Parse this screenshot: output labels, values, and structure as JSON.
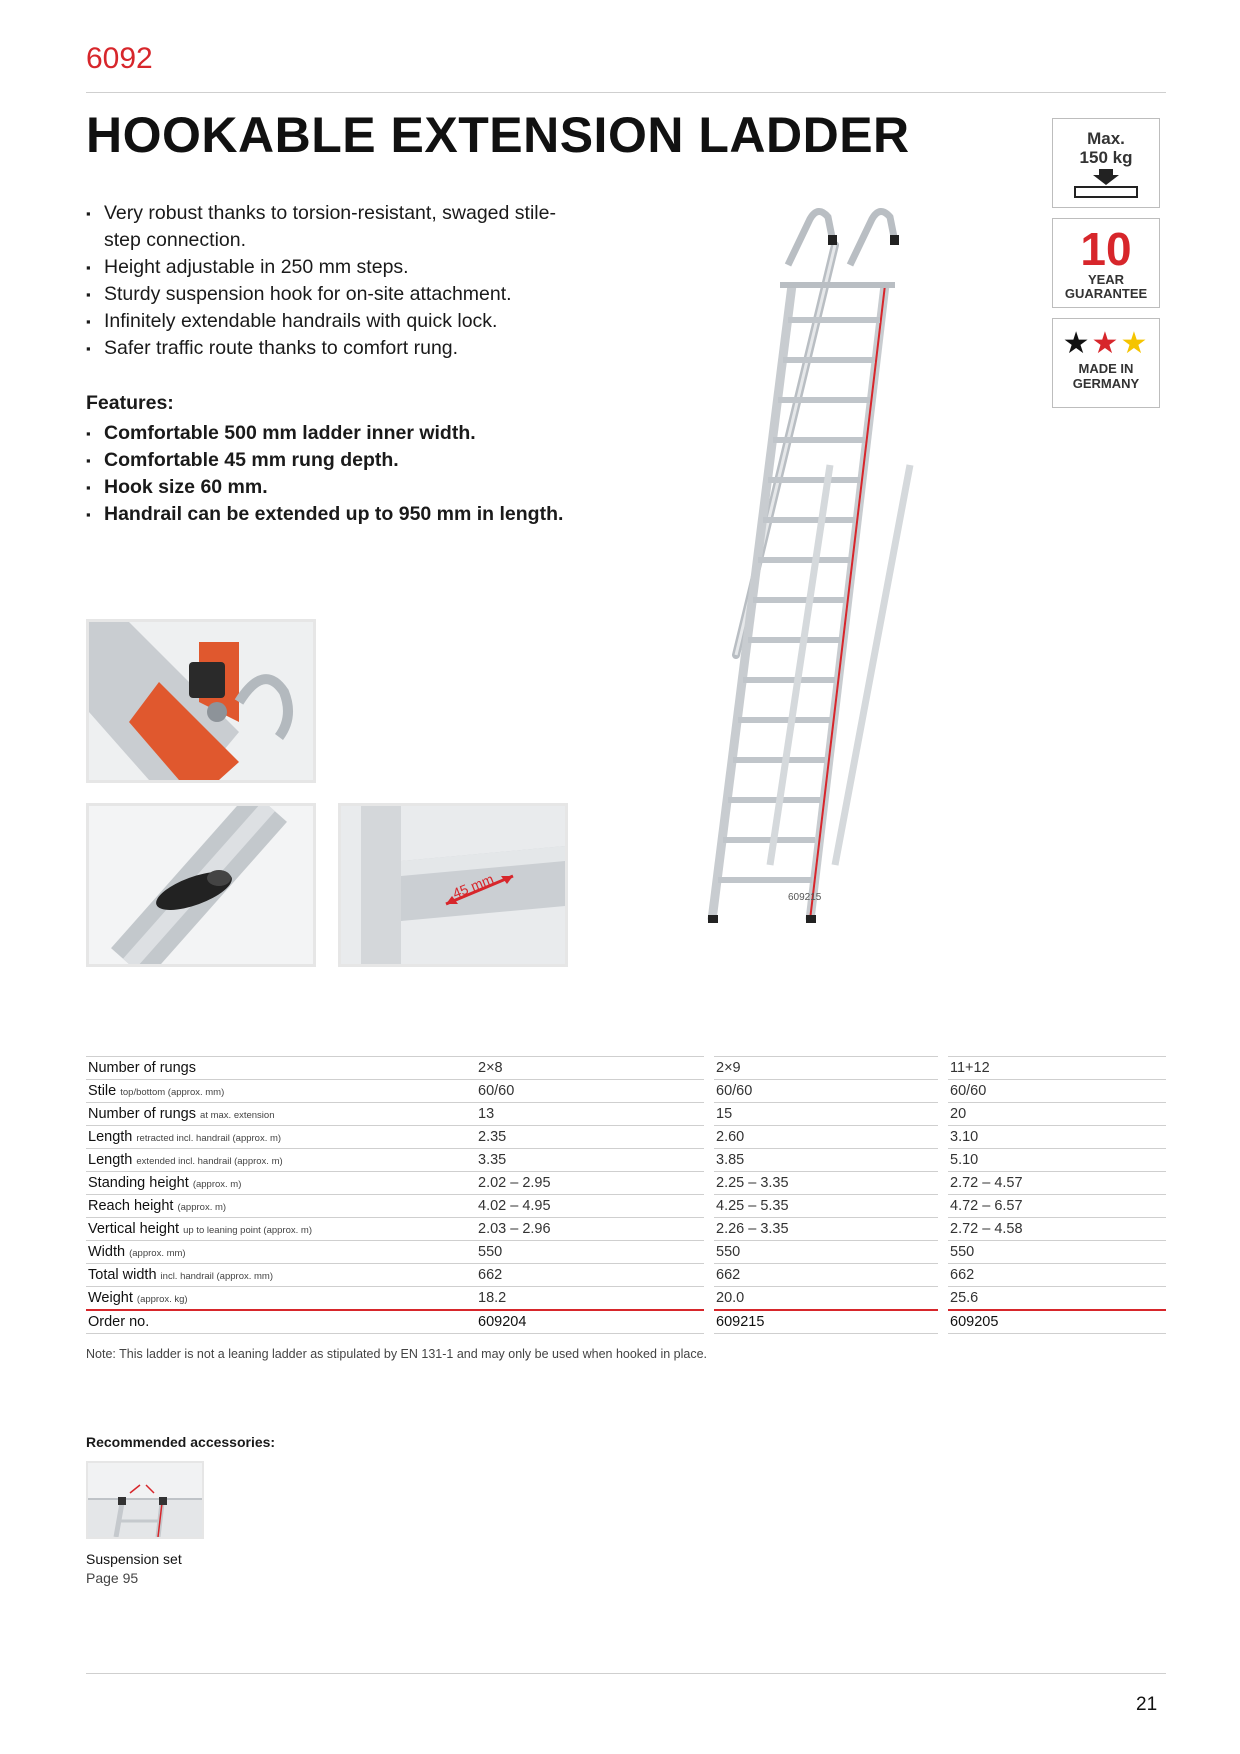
{
  "header": {
    "product_code": "6092",
    "title": "HOOKABLE EXTENSION LADDER"
  },
  "badges": {
    "max_load": {
      "line1": "Max.",
      "line2": "150 kg"
    },
    "guarantee": {
      "number": "10",
      "line1": "YEAR",
      "line2": "GUARANTEE"
    },
    "made_in": {
      "stars": "★★★",
      "line1": "MADE IN",
      "line2": "GERMANY"
    },
    "colors": {
      "star_black": "#111111",
      "star_red": "#d7262b",
      "star_yellow": "#f5c400"
    }
  },
  "benefits": [
    "Very robust thanks to torsion-resistant, swaged stile-step connection.",
    "Height adjustable in 250 mm steps.",
    "Sturdy suspension hook for on-site attachment.",
    "Infinitely extendable handrails with quick lock.",
    "Safer traffic route thanks to comfort rung."
  ],
  "features": {
    "heading": "Features:",
    "items": [
      "Comfortable 500 mm ladder inner width.",
      "Comfortable 45 mm rung depth.",
      "Hook size 60 mm.",
      "Handrail can be extended up to 950 mm in length."
    ]
  },
  "images": {
    "product_label": "609215",
    "rung_dimension": "45 mm"
  },
  "spec_table": {
    "columns": [
      "2×8",
      "2×9",
      "11+12"
    ],
    "rows": [
      {
        "label": "Number of rungs",
        "small": "",
        "values": [
          "2×8",
          "2×9",
          "11+12"
        ]
      },
      {
        "label": "Stile",
        "small": "top/bottom (approx. mm)",
        "values": [
          "60/60",
          "60/60",
          "60/60"
        ]
      },
      {
        "label": "Number of rungs",
        "small": "at max. extension",
        "values": [
          "13",
          "15",
          "20"
        ]
      },
      {
        "label": "Length",
        "small": "retracted incl. handrail (approx. m)",
        "values": [
          "2.35",
          "2.60",
          "3.10"
        ]
      },
      {
        "label": "Length",
        "small": "extended incl. handrail (approx. m)",
        "values": [
          "3.35",
          "3.85",
          "5.10"
        ]
      },
      {
        "label": "Standing height",
        "small": "(approx. m)",
        "values": [
          "2.02 – 2.95",
          "2.25 – 3.35",
          "2.72 – 4.57"
        ]
      },
      {
        "label": "Reach height",
        "small": "(approx. m)",
        "values": [
          "4.02 – 4.95",
          "4.25 – 5.35",
          "4.72 – 6.57"
        ]
      },
      {
        "label": "Vertical height",
        "small": "up to leaning point (approx. m)",
        "values": [
          "2.03 – 2.96",
          "2.26 – 3.35",
          "2.72 – 4.58"
        ]
      },
      {
        "label": "Width",
        "small": "(approx. mm)",
        "values": [
          "550",
          "550",
          "550"
        ]
      },
      {
        "label": "Total width",
        "small": "incl. handrail (approx. mm)",
        "values": [
          "662",
          "662",
          "662"
        ]
      },
      {
        "label": "Weight",
        "small": "(approx. kg)",
        "values": [
          "18.2",
          "20.0",
          "25.6"
        ]
      },
      {
        "label": "Order no.",
        "small": "",
        "values": [
          "609204",
          "609215",
          "609205"
        ]
      }
    ]
  },
  "note": "Note: This ladder is not a leaning ladder as stipulated by EN 131-1 and may only be used when hooked in place.",
  "accessories": {
    "heading": "Recommended accessories:",
    "items": [
      {
        "name": "Suspension set",
        "page": "Page 95"
      }
    ]
  },
  "footer": {
    "page_number": "21"
  },
  "accent_color": "#d7262b"
}
